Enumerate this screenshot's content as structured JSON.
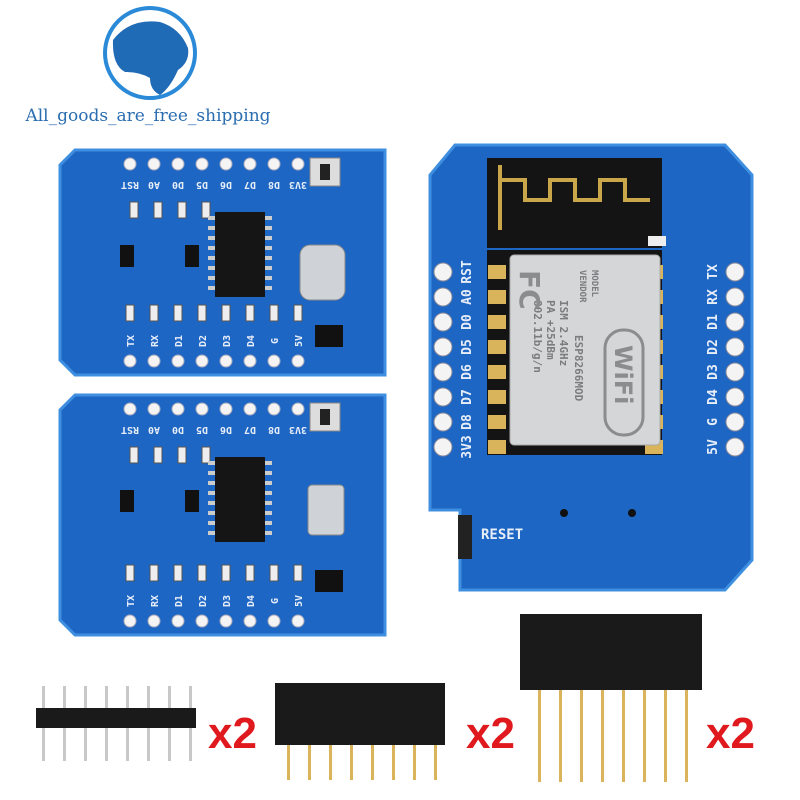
{
  "logo": {
    "text": "All_goods_are_free_shipping",
    "color": "#1f6bb5"
  },
  "colors": {
    "pcb": "#1d66c4",
    "pcb_edge": "#3f8fe0",
    "silk": "#e8eef8",
    "accent": "#e0191e",
    "header": "#1a1a1a",
    "pin": "#d9b45a"
  },
  "shield_top": {
    "top_labels": [
      "RST",
      "A0",
      "D0",
      "D5",
      "D6",
      "D7",
      "D8",
      "3V3"
    ],
    "bottom_labels": [
      "TX",
      "RX",
      "D1",
      "D2",
      "D3",
      "D4",
      "G",
      "5V"
    ],
    "connector": "usb-c"
  },
  "shield_bottom": {
    "top_labels": [
      "RST",
      "A0",
      "D0",
      "D5",
      "D6",
      "D7",
      "D8",
      "3V3"
    ],
    "bottom_labels": [
      "TX",
      "RX",
      "D1",
      "D2",
      "D3",
      "D4",
      "G",
      "5V"
    ],
    "connector": "micro-usb"
  },
  "main_board": {
    "left_labels": [
      "RST",
      "A0",
      "D0",
      "D5",
      "D6",
      "D7",
      "D8",
      "3V3"
    ],
    "right_labels": [
      "TX",
      "RX",
      "D1",
      "D2",
      "D3",
      "D4",
      "G",
      "5V"
    ],
    "reset_label": "RESET",
    "module": {
      "model": "MODEL",
      "vendor": "VENDOR",
      "name": "ESP8266MOD",
      "ism": "ISM 2.4GHz",
      "pa": "PA +25dBm",
      "standard": "802.11b/g/n",
      "fcc": "FC",
      "wifi": "WiFi"
    }
  },
  "headers": [
    {
      "type": "male-pin-header",
      "quantity": "x2"
    },
    {
      "type": "short-female-header",
      "quantity": "x2"
    },
    {
      "type": "long-female-header",
      "quantity": "x2"
    }
  ]
}
